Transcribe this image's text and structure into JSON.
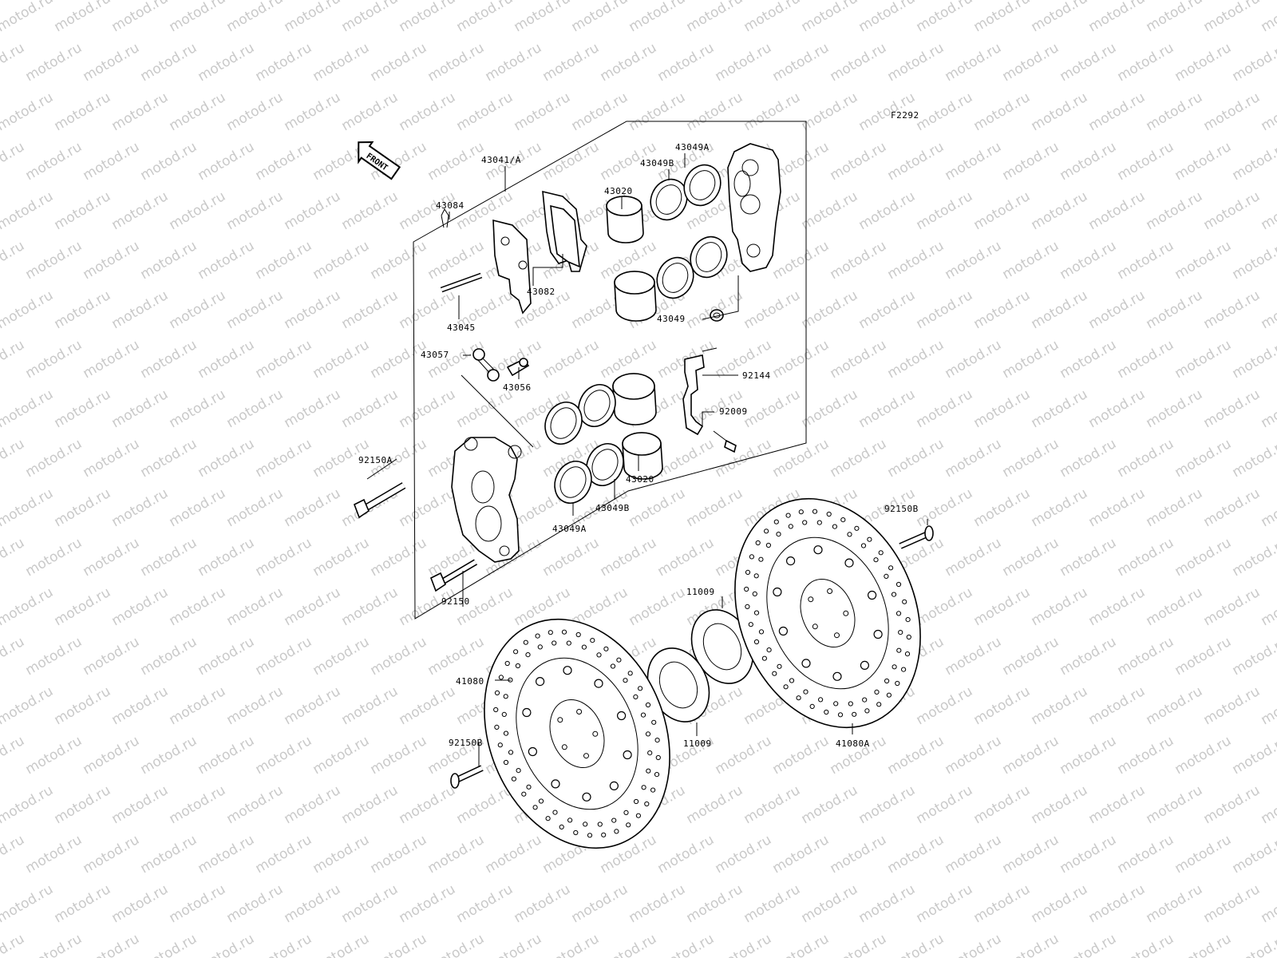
{
  "watermark": "motod.ru",
  "figure_code": "F2292",
  "front_label": "FRONT",
  "part_labels": {
    "caliper_assy": "43041/A",
    "piston_seal_a_top": "43049A",
    "piston_seal_b_top": "43049B",
    "piston_top": "43020",
    "pin_clip": "43084",
    "pad_set": "43082",
    "pad_pin": "43045",
    "boot_43049": "43049",
    "bleeder_cap": "43057",
    "bleeder_valve": "43056",
    "bracket": "92144",
    "bracket_bolt": "92009",
    "caliper_bolt_a": "92150A",
    "piston_bottom": "43020",
    "piston_seal_b_bottom": "43049B",
    "piston_seal_a_bottom": "43049A",
    "caliper_bolt": "92150",
    "disc_bolt_right": "92150B",
    "spacer_top": "11009",
    "disc_left": "41080",
    "disc_bolt_left": "92150B",
    "spacer_bottom": "11009",
    "disc_right": "41080A"
  }
}
